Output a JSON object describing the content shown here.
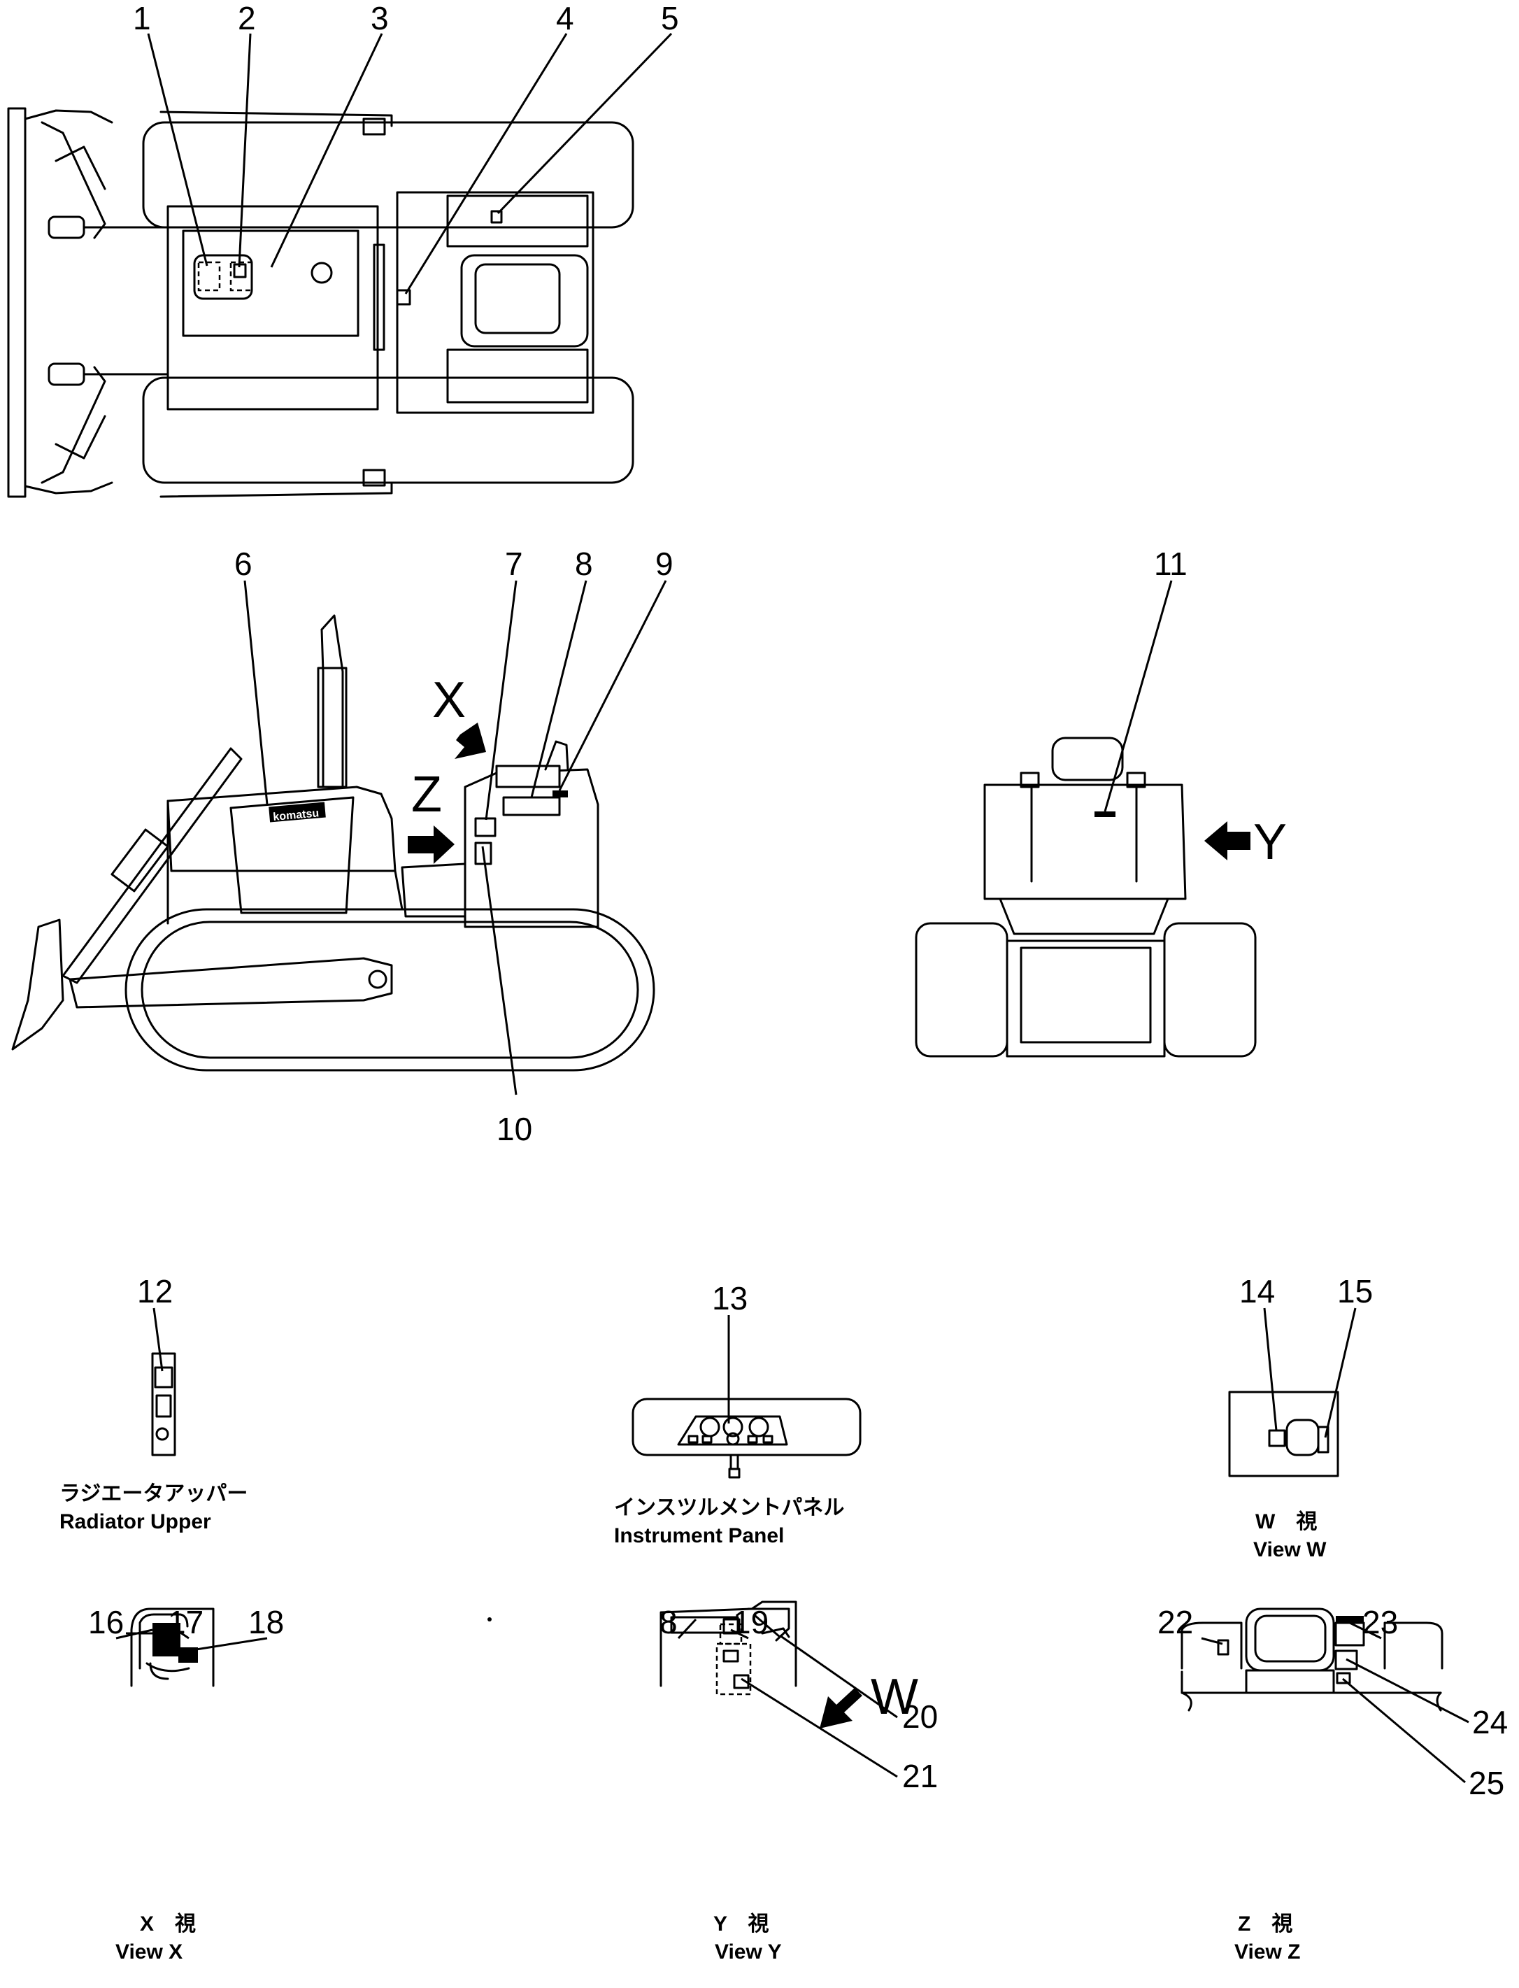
{
  "callouts": [
    "1",
    "2",
    "3",
    "4",
    "5",
    "6",
    "7",
    "8",
    "9",
    "10",
    "11",
    "12",
    "13",
    "14",
    "15",
    "16",
    "17",
    "18",
    "8",
    "19",
    "20",
    "21",
    "22",
    "23",
    "24",
    "25"
  ],
  "view_letters": {
    "x": "X",
    "z": "Z",
    "y": "Y",
    "w": "W"
  },
  "views": {
    "radiator_upper": {
      "ja": "ラジエータアッパー",
      "en": "Radiator Upper"
    },
    "instrument_panel": {
      "ja": "インスツルメントパネル",
      "en": "Instrument Panel"
    },
    "view_w": {
      "ja": "W　視",
      "en": "View  W"
    },
    "view_x": {
      "ja": "X　視",
      "en": "View  X"
    },
    "view_y": {
      "ja": "Y　視",
      "en": "View  Y"
    },
    "view_z": {
      "ja": "Z　視",
      "en": "View  Z"
    }
  },
  "icons": [
    "arrow-x-icon",
    "arrow-z-icon",
    "arrow-y-icon",
    "arrow-w-icon"
  ]
}
